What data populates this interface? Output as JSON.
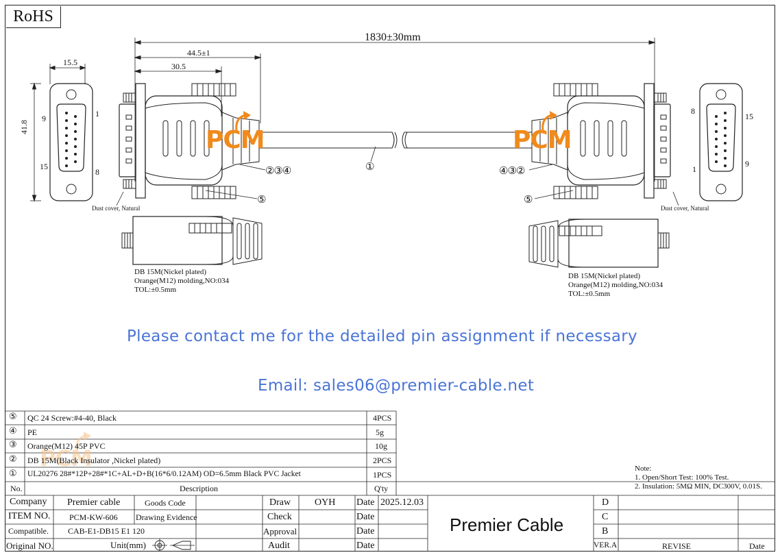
{
  "rohs": "RoHS",
  "dimensions": {
    "overall_length": "1830±30mm",
    "molding_length": "44.5±1",
    "shell_length": "30.5",
    "connector_width": "15.5",
    "connector_height": "41.8"
  },
  "pins": {
    "left": {
      "top_left": "9",
      "top_right": "1",
      "bottom_left": "15",
      "bottom_right": "8"
    },
    "right": {
      "top_left": "8",
      "top_right": "15",
      "bottom_left": "1",
      "bottom_right": "9"
    }
  },
  "callouts": {
    "cable": "①",
    "left_group": "②③④",
    "right_group": "④③②",
    "screw": "⑤"
  },
  "dust_cover_label": "Dust cover, Natural",
  "connector_notes": {
    "line1": "DB 15M(Nickel plated)",
    "line2": "Orange(M12) molding,NO:034",
    "line3": "TOL:±0.5mm"
  },
  "watermark": "PCM",
  "contact": {
    "message": "Please contact me for the detailed pin assignment if necessary",
    "email": "Email: sales06@premier-cable.net"
  },
  "bom": [
    {
      "no": "⑤",
      "desc": "QC 24 Screw:#4-40, Black",
      "qty": "4PCS"
    },
    {
      "no": "④",
      "desc": "PE",
      "qty": "5g"
    },
    {
      "no": "③",
      "desc": "Orange(M12) 45P PVC",
      "qty": "10g"
    },
    {
      "no": "②",
      "desc": "DB 15M(Black Insulator ,Nickel plated)",
      "qty": "2PCS"
    },
    {
      "no": "①",
      "desc": "UL20276 28#*12P+28#*1C+AL+D+B(16*6/0.12AM) OD=6.5mm Black PVC Jacket",
      "qty": "1PCS"
    }
  ],
  "bom_header": {
    "no": "No.",
    "desc": "Description",
    "qty": "Q'ty"
  },
  "notes": {
    "title": "Note:",
    "line1": "1. Open/Short Test: 100% Test.",
    "line2": "2. Insulation: 5MΩ  MIN, DC300V, 0.01S."
  },
  "title_block": {
    "company_label": "Company",
    "company_value": "Premier cable",
    "goods_code_label": "Goods Code",
    "item_no_label": "ITEM NO.",
    "item_no_value": "PCM-KW-606",
    "drawing_evidence_label": "Drawing Evidence",
    "compatible_label": "Compatible.",
    "compatible_value": "CAB-E1-DB15 E1 120",
    "original_no_label": "Original NO.",
    "unit_label": "Unit(mm)",
    "draw_label": "Draw",
    "draw_value": "OYH",
    "check_label": "Check",
    "approval_label": "Approval",
    "audit_label": "Audit",
    "date_label": "Date",
    "date_value": "2025.12.03",
    "brand": "Premier Cable",
    "rev_d": "D",
    "rev_c": "C",
    "rev_b": "B",
    "ver_label": "VER.A",
    "revise_label": "REVISE",
    "rev_date_label": "Date"
  }
}
